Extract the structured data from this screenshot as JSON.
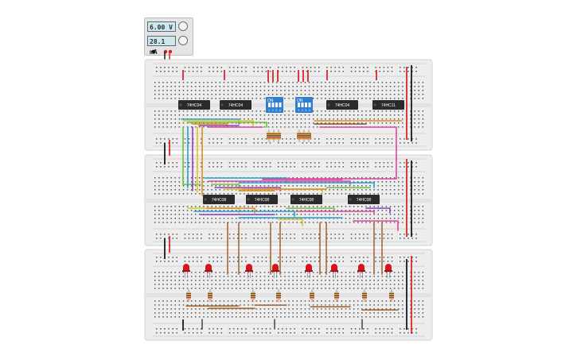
{
  "power_supply": {
    "voltage": "6.00 V",
    "current": "28.1 mA"
  },
  "chips": [
    {
      "label": "74HC04"
    },
    {
      "label": "74HC04"
    },
    {
      "label": "74HC04"
    },
    {
      "label": "74HC11"
    },
    {
      "label": "74HC08"
    },
    {
      "label": "74HC08"
    },
    {
      "label": "74HC08"
    },
    {
      "label": "74HC08"
    }
  ],
  "dip_switches": [
    {
      "label": "ON",
      "positions": [
        "1",
        "2",
        "3",
        "4"
      ]
    },
    {
      "label": "ON",
      "positions": [
        "1",
        "2",
        "3",
        "4"
      ]
    }
  ],
  "colors": {
    "breadboard": "#ededed",
    "chip": "#2b2b2b",
    "rail_red": "#d9262b",
    "rail_black": "#1a1a1a",
    "dip": "#2f7fd1",
    "led": "#d4151b",
    "resistor": "#d9b36a",
    "wire_brown": "#a0612a"
  },
  "led_count": 8
}
